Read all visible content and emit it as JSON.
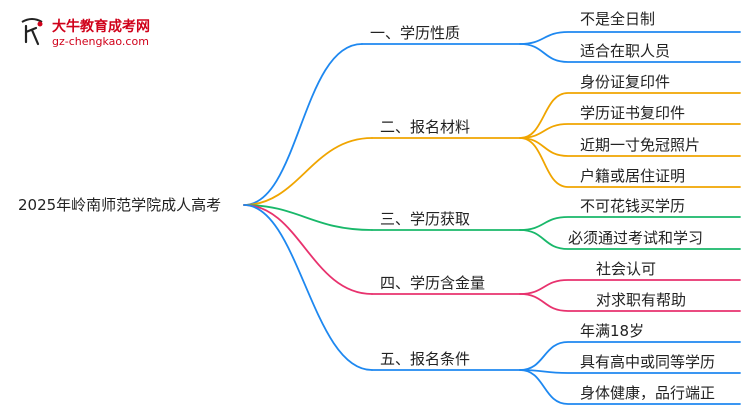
{
  "brand": {
    "name": "大牛教育成考网",
    "url": "gz-chengkao.com",
    "mark": "大牛"
  },
  "root": {
    "label": "2025年岭南师范学院成人高考"
  },
  "branches": [
    {
      "label": "一、学历性质",
      "color": "#1E88F0",
      "children": [
        "不是全日制",
        "适合在职人员"
      ]
    },
    {
      "label": "二、报名材料",
      "color": "#F0A500",
      "children": [
        "身份证复印件",
        "学历证书复印件",
        "近期一寸免冠照片",
        "户籍或居住证明"
      ]
    },
    {
      "label": "三、学历获取",
      "color": "#19B86A",
      "children": [
        "不可花钱买学历",
        "必须通过考试和学习"
      ]
    },
    {
      "label": "四、学历含金量",
      "color": "#E8326E",
      "children": [
        "社会认可",
        "对求职有帮助"
      ]
    },
    {
      "label": "五、报名条件",
      "color": "#1E88F0",
      "children": [
        "年满18岁",
        "具有高中或同等学历",
        "身体健康，品行端正"
      ]
    }
  ]
}
